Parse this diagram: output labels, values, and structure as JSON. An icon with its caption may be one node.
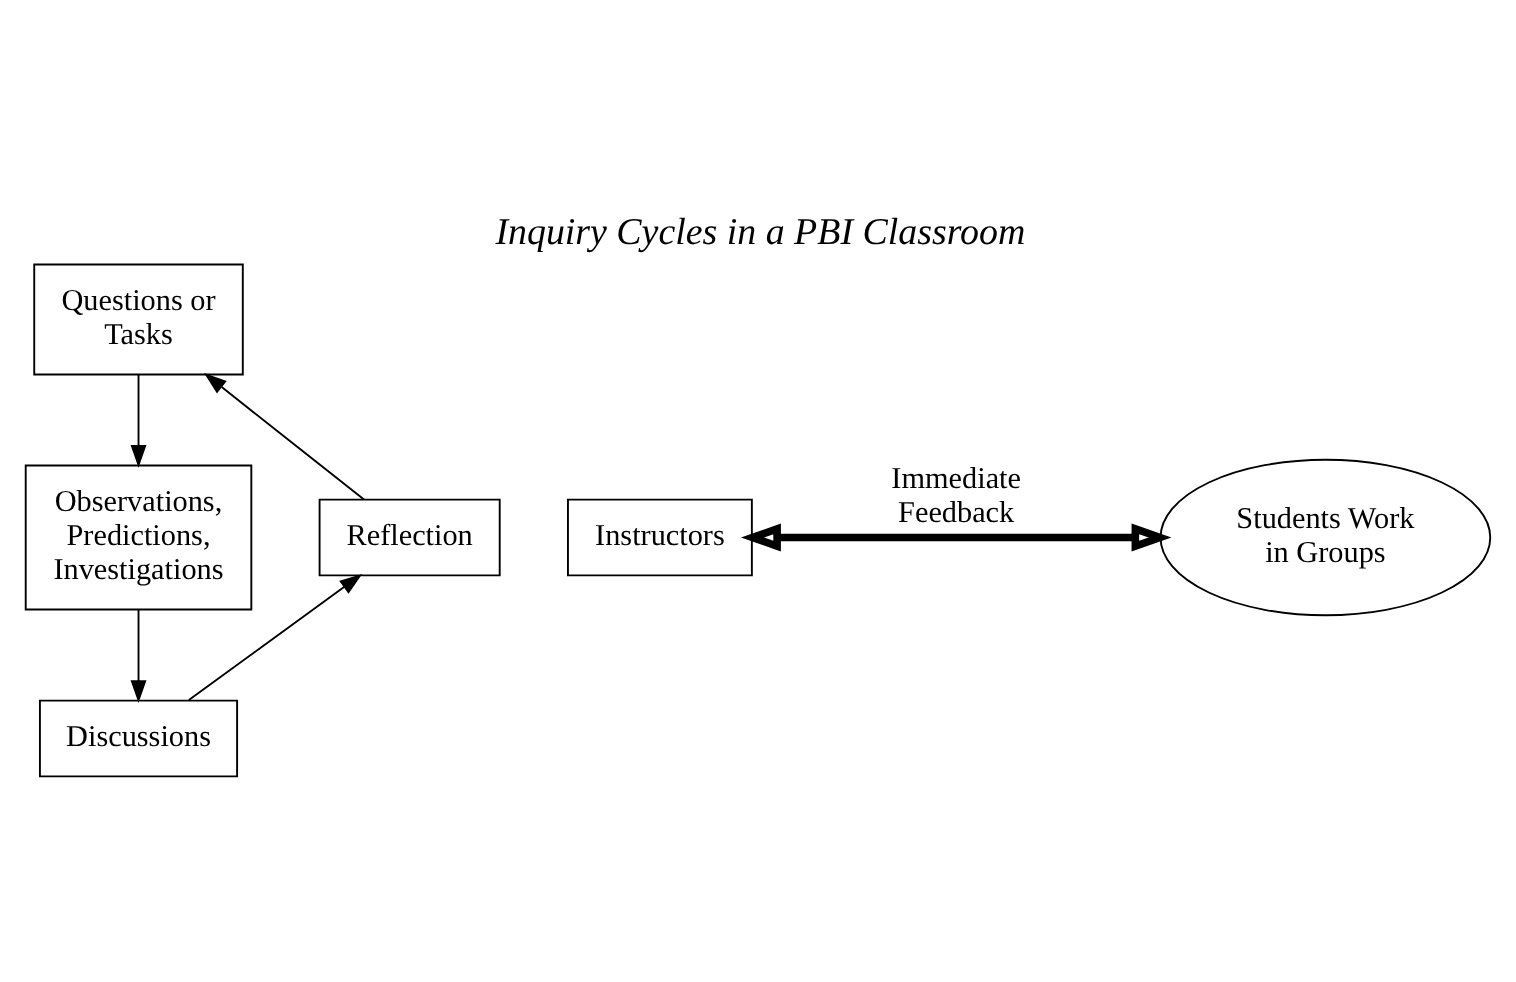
{
  "diagram": {
    "title": "Inquiry Cycles in a PBI Classroom",
    "nodes": [
      {
        "text": [
          "Questions or Tasks"
        ]
      },
      {
        "text": [
          "Observations, Predictions, Investigations"
        ]
      },
      {
        "text": [
          "Discussions"
        ]
      },
      {
        "text": [
          "Reflection"
        ]
      },
      {
        "text": [
          "Instructors"
        ]
      },
      {
        "text": [
          "Students Work in Groups"
        ]
      }
    ],
    "edges": [
      {
        "from": 0,
        "to": 1,
        "arrow": "to"
      },
      {
        "from": 1,
        "to": 2,
        "arrow": "to"
      },
      {
        "from": 2,
        "to": 3,
        "arrow": "to"
      },
      {
        "from": 3,
        "to": 0,
        "arrow": "to"
      },
      {
        "from": 4,
        "to": 5,
        "arrow": "both",
        "label": "Immediate Feedback",
        "style": "thick"
      }
    ]
  }
}
